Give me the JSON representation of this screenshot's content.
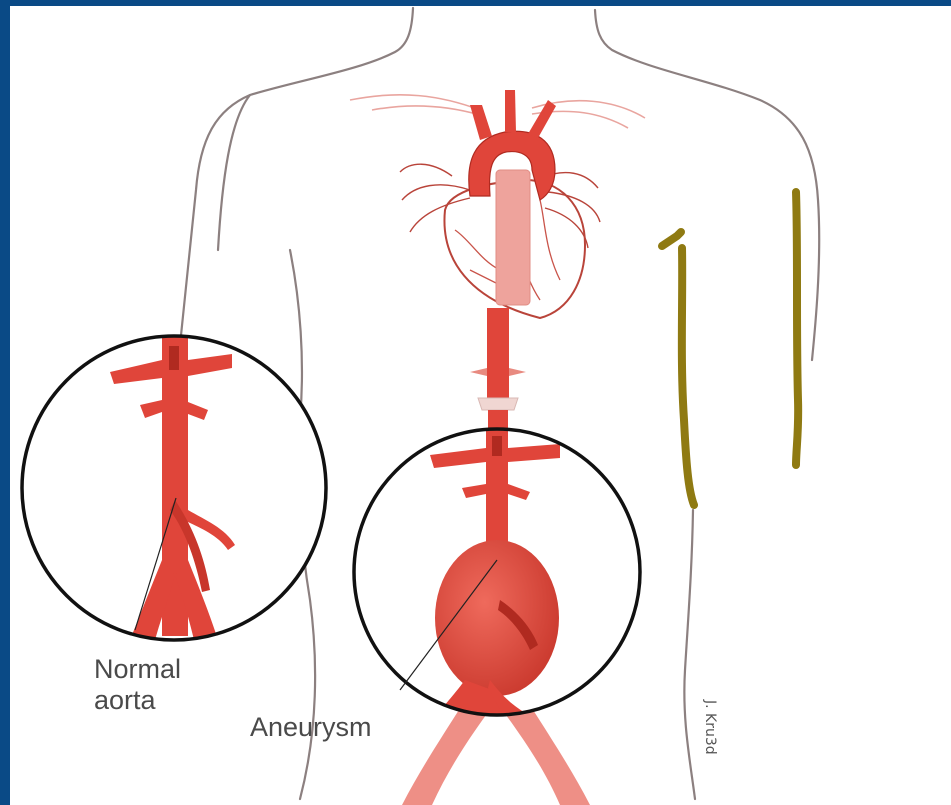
{
  "labels": {
    "normal_line1": "Normal",
    "normal_line2": "aorta",
    "aneurysm": "Aneurysm"
  },
  "colors": {
    "border_blue": "#0a4a86",
    "artery_red": "#e0453a",
    "artery_dark": "#b02a20",
    "outline_gray": "#7a6e6e",
    "yellow_mark": "#8f7a12"
  }
}
